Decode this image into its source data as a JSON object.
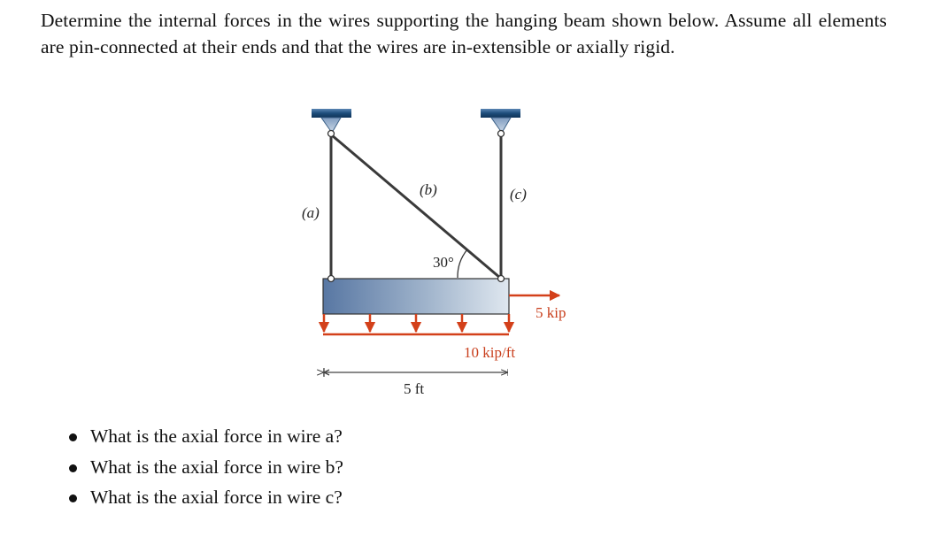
{
  "problem": {
    "statement": "Determine the internal forces in the wires supporting the hanging beam shown below. Assume all elements are pin-connected at their ends and that the wires are in-extensible or axially rigid."
  },
  "figure": {
    "wire_labels": {
      "a": "(a)",
      "b": "(b)",
      "c": "(c)"
    },
    "angle_label": "30°",
    "distributed_load_label": "10 kip/ft",
    "point_load_label": "5 kip",
    "span_label": "5 ft",
    "colors": {
      "load_red": "#d3401a",
      "wire": "#3a3a3a",
      "support_dark": "#1d4d7a",
      "beam_left": "#5a7aa6",
      "beam_right": "#dde6ee"
    }
  },
  "questions": [
    "What is the axial force in wire a?",
    "What is the axial force in wire b?",
    "What is the axial force in wire c?"
  ]
}
